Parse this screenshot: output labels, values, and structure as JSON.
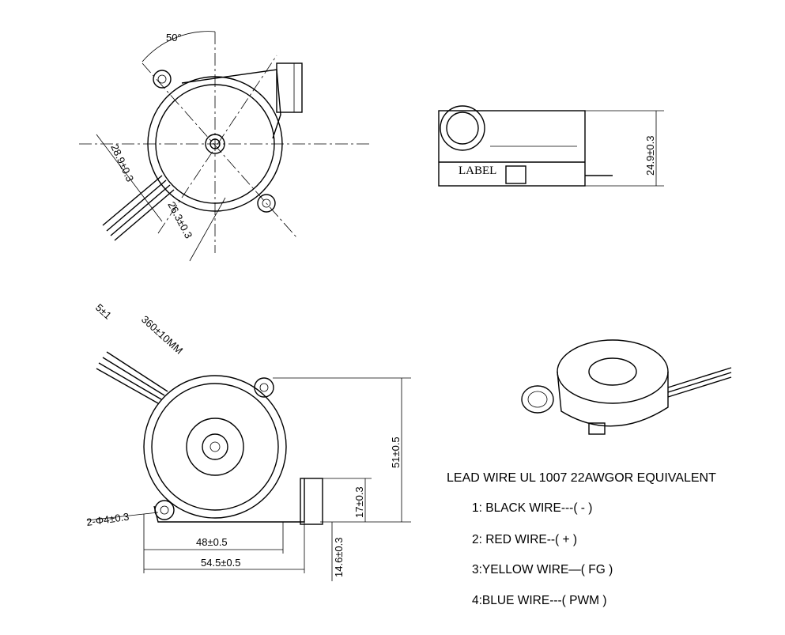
{
  "drawing": {
    "top_view": {
      "angle_label": "50°",
      "diag_dim": "28.9±0.3",
      "diag_dim_small": "26.3±0.3"
    },
    "side_view": {
      "label_text": "LABEL",
      "height_dim": "24.9±0.3"
    },
    "front_view": {
      "lead_strip_dim": "5±1",
      "lead_length_dim": "360±10MM",
      "hole_dim": "2-Φ4±0.3",
      "height_dim": "51±0.5",
      "outlet_height_dim": "17±0.3",
      "outlet_offset_dim": "14.6±0.3",
      "width_inner_dim": "48±0.5",
      "width_outer_dim": "54.5±0.5"
    }
  },
  "specs": {
    "heading": "LEAD WIRE UL 1007  22AWGOR EQUIVALENT",
    "wires": [
      "1: BLACK  WIRE---( - )",
      "2: RED  WIRE--( + )",
      "3:YELLOW WIRE—( FG )",
      "4:BLUE WIRE---( PWM )"
    ]
  }
}
